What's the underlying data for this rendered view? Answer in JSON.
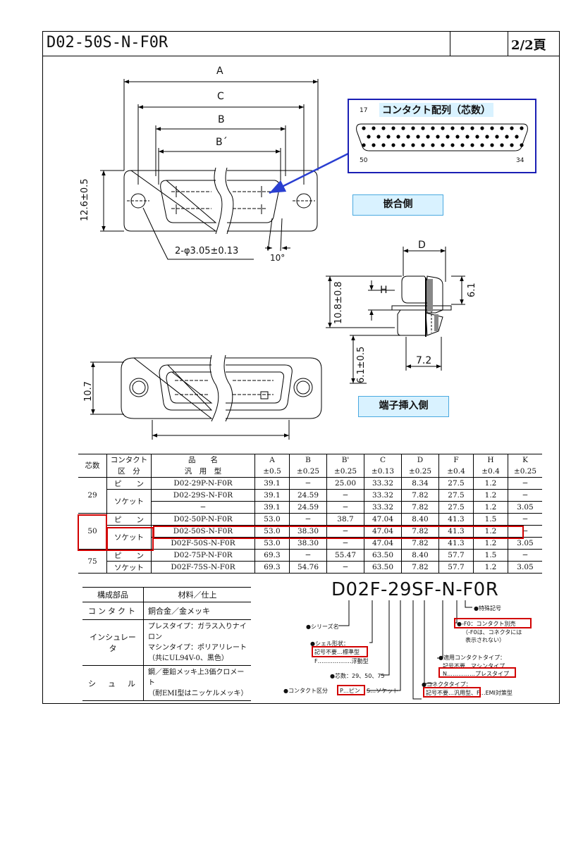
{
  "header": {
    "title": "D02-50S-N-F0R",
    "page": "2/2頁"
  },
  "drawing": {
    "dim_A": "A",
    "dim_C": "C",
    "dim_B": "B",
    "dim_B2": "B´",
    "dim_height": "12.6±0.5",
    "dim_holes": "2-φ3.05±0.13",
    "dim_angle": "10°",
    "dim_D": "D",
    "dim_H": "H",
    "dim_side_height": "10.8±0.8",
    "dim_6_1": "6.1",
    "dim_6_1_tol": "6.1±0.5",
    "dim_7_2": "7.2",
    "dim_10_7": "10.7",
    "contact_title": "コンタクト配列（芯数）",
    "pin_17": "17",
    "pin_50": "50",
    "pin_34": "34",
    "label_mating": "嵌合側",
    "label_terminal": "端子挿入側"
  },
  "spec_table": {
    "headers": {
      "cores": "芯数",
      "contact_kind_1": "コンタクト",
      "contact_kind_2": "区　分",
      "name_1": "品　　名",
      "name_2": "汎　用　型",
      "A": "A",
      "A_tol": "±0.5",
      "B": "B",
      "B_tol": "±0.25",
      "B2": "B'",
      "B2_tol": "±0.25",
      "C": "C",
      "C_tol": "±0.13",
      "D": "D",
      "D_tol": "±0.25",
      "F": "F",
      "F_tol": "±0.4",
      "H": "H",
      "H_tol": "±0.4",
      "K": "K",
      "K_tol": "±0.25"
    },
    "rows": [
      {
        "cores": "29",
        "kind": "ピ　　ン",
        "name": "D02-29P-N-F0R",
        "A": "39.1",
        "B": "−",
        "B2": "25.00",
        "C": "33.32",
        "D": "8.34",
        "F": "27.5",
        "H": "1.2",
        "K": "−"
      },
      {
        "cores": "",
        "kind": "ソケット",
        "name": "D02-29S-N-F0R",
        "A": "39.1",
        "B": "24.59",
        "B2": "−",
        "C": "33.32",
        "D": "7.82",
        "F": "27.5",
        "H": "1.2",
        "K": "−"
      },
      {
        "cores": "",
        "kind": "",
        "name": "−",
        "A": "39.1",
        "B": "24.59",
        "B2": "−",
        "C": "33.32",
        "D": "7.82",
        "F": "27.5",
        "H": "1.2",
        "K": "3.05"
      },
      {
        "cores": "50",
        "kind": "ピ　　ン",
        "name": "D02-50P-N-F0R",
        "A": "53.0",
        "B": "−",
        "B2": "38.7",
        "C": "47.04",
        "D": "8.40",
        "F": "41.3",
        "H": "1.5",
        "K": "−"
      },
      {
        "cores": "",
        "kind": "ソケット",
        "name": "D02-50S-N-F0R",
        "A": "53.0",
        "B": "38.30",
        "B2": "−",
        "C": "47.04",
        "D": "7.82",
        "F": "41.3",
        "H": "1.2",
        "K": "−"
      },
      {
        "cores": "",
        "kind": "",
        "name": "D02F-50S-N-F0R",
        "A": "53.0",
        "B": "38.30",
        "B2": "−",
        "C": "47.04",
        "D": "7.82",
        "F": "41.3",
        "H": "1.2",
        "K": "3.05"
      },
      {
        "cores": "75",
        "kind": "ピ　　ン",
        "name": "D02-75P-N-F0R",
        "A": "69.3",
        "B": "−",
        "B2": "55.47",
        "C": "63.50",
        "D": "8.40",
        "F": "57.7",
        "H": "1.5",
        "K": "−"
      },
      {
        "cores": "",
        "kind": "ソケット",
        "name": "D02F-75S-N-F0R",
        "A": "69.3",
        "B": "54.76",
        "B2": "−",
        "C": "63.50",
        "D": "7.82",
        "F": "57.7",
        "H": "1.2",
        "K": "3.05"
      }
    ]
  },
  "materials": {
    "head_part": "構成部品",
    "head_material": "材料／仕上",
    "rows": [
      {
        "part": "コンタクト",
        "material": [
          "銅合金／金メッキ"
        ]
      },
      {
        "part": "インシュレータ",
        "material": [
          "プレスタイプ：ガラス入りナイロン",
          "マシンタイプ：ポリアリレート",
          "（共にUL94V-0、黒色）"
        ]
      },
      {
        "part": "シ　ュ　ル",
        "material": [
          "鋼／亜鉛メッキ上3価クロメート",
          "（耐EMI型はニッケルメッキ）"
        ]
      }
    ]
  },
  "part_code": {
    "code": "D02F-29SF-N-F0R",
    "special": "●特殊記号",
    "series": "●シリーズ名",
    "f0_label": "●-F0：コンタクト別売",
    "f0_note1": "（-F0は、コネクタには",
    "f0_note2": "表示されない）",
    "shell_title": "●シェル形状：",
    "shell_std": "記号不要…標準型",
    "shell_float": "F………………浮動型",
    "contact_type_title": "●適用コンタクトタイプ：",
    "contact_type_machine": "記号不要…マシンタイプ",
    "contact_type_press": "N……………プレスタイプ",
    "cores": "●芯数：29、50、75",
    "connector_type_title": "●コネクタタイプ：",
    "connector_type_values": "記号不要…汎用型、F…EMI対策型",
    "contact_kind_title": "●コンタクト区分",
    "contact_kind_pin": "P…ピン",
    "contact_kind_socket": "S…ソケット"
  },
  "colors": {
    "highlight": "#d10000",
    "callout_border": "#1a1fb5",
    "label_bg": "#d9f2ff"
  }
}
